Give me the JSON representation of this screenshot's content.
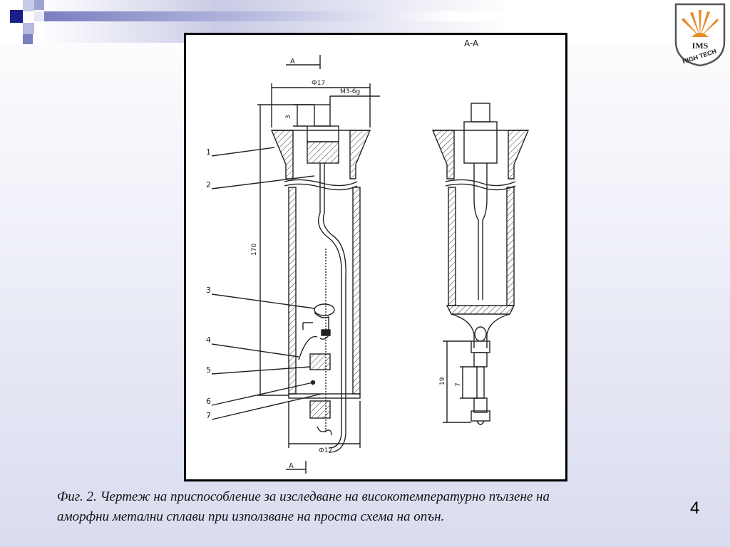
{
  "caption": {
    "line1": "Фиг. 2. Чертеж на приспособление за изследване на високотемпературно пълзене на",
    "line2": "аморфни метални сплави при използване на проста схема на опън."
  },
  "slide_number": "4",
  "logo": {
    "top_text": "IMS",
    "bottom_text": "HIGH TECH",
    "color": "#e88a2a"
  },
  "drawing": {
    "section_label": "A-A",
    "section_mark_top": "A",
    "section_mark_bottom": "A",
    "dim_top_diameter": "Ф17",
    "dim_thread": "M3-6g",
    "dim_thread_len": "3",
    "dim_total_len": "170",
    "dim_bottom_diameter": "Ф12",
    "dim_right_19": "19",
    "dim_right_7": "7",
    "part_labels": [
      "1",
      "2",
      "3",
      "4",
      "5",
      "6",
      "7"
    ]
  },
  "colors": {
    "accent": "#7a7fc0",
    "frame": "#000000"
  }
}
